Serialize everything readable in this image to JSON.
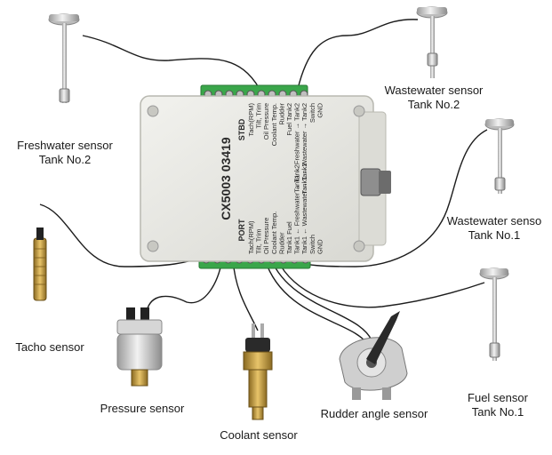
{
  "device": {
    "model": "CX5003 03419",
    "port_label": "PORT",
    "stbd_label": "STBD",
    "stbd_terminals": [
      "Tach(RPM)",
      "Tilt, Trim",
      "Oil Pressure",
      "Coolant Temp.",
      "Rudder",
      "Fuel Tank2",
      "Tank1 ← Freshwater → Tank2",
      "Tank1 ← Wastewater → Tank2",
      "Switch",
      "GND"
    ],
    "port_terminals": [
      "Tach(RPM)",
      "Tilt, Trim",
      "Oil Pressure",
      "Coolant Temp.",
      "Rudder",
      "Tank1 Fuel",
      "Tank1 ← Freshwater → Tank2",
      "Tank1 ← Wastewater → Tank2",
      "Switch",
      "GND"
    ]
  },
  "sensors": {
    "freshwater_tank2": [
      "Freshwater sensor",
      "Tank No.2"
    ],
    "wastewater_tank2": [
      "Wastewater sensor",
      "Tank No.2"
    ],
    "wastewater_tank1": [
      "Wastewater senso",
      "Tank No.1"
    ],
    "fuel_tank1": [
      "Fuel sensor",
      "Tank No.1"
    ],
    "tacho": "Tacho sensor",
    "pressure": "Pressure sensor",
    "coolant": "Coolant sensor",
    "rudder": "Rudder angle sensor"
  },
  "colors": {
    "housing": "#e6e6e0",
    "terminal_block": "#3aa64a",
    "wire": "#1c1c1c",
    "probe_metal": "#c8c8c8",
    "brass": "#c9a040"
  }
}
